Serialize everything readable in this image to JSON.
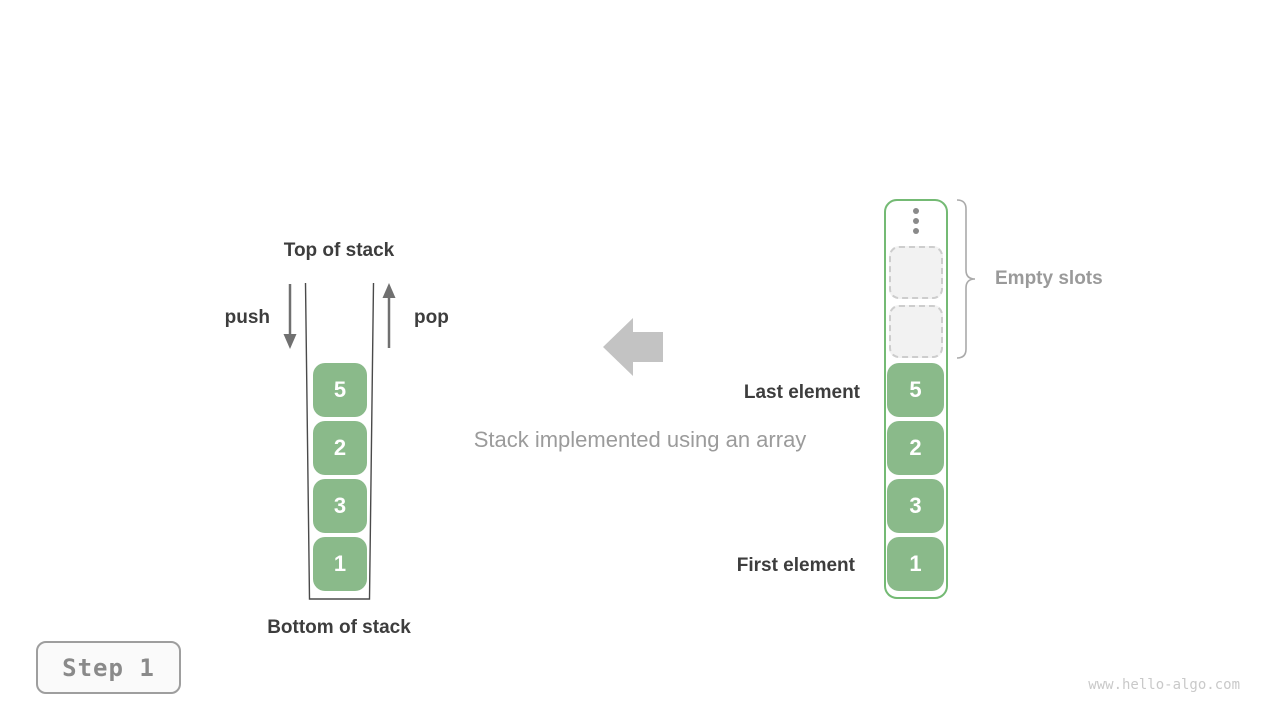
{
  "caption": "Stack implemented using an array",
  "watermark": "www.hello-algo.com",
  "step_badge": {
    "label": "Step 1"
  },
  "left_stack": {
    "top_label": "Top of stack",
    "bottom_label": "Bottom of stack",
    "push_label": "push",
    "pop_label": "pop",
    "values": [
      "5",
      "2",
      "3",
      "1"
    ]
  },
  "array_view": {
    "last_element_label": "Last element",
    "first_element_label": "First element",
    "empty_slots_label": "Empty slots",
    "empty_slot_count": 2,
    "values": [
      "5",
      "2",
      "3",
      "1"
    ]
  },
  "colors": {
    "cell_green": "#8aba8a",
    "array_border_green": "#74ba74",
    "empty_slot_bg": "#f2f2f2",
    "empty_slot_border": "#cdcdcd",
    "big_arrow_gray": "#c3c3c3",
    "small_arrow_gray": "#707070",
    "label_dark": "#3d3d3d",
    "label_gray": "#9a9a9a"
  }
}
